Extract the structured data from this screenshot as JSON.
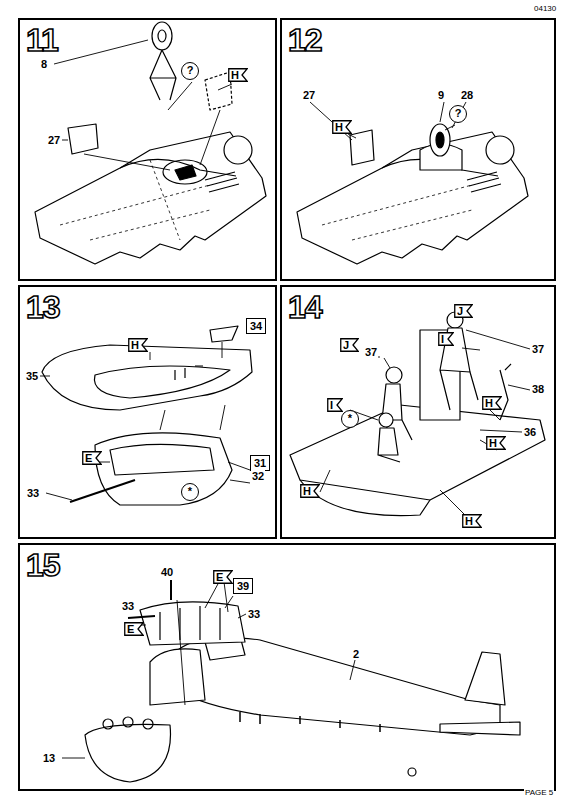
{
  "diagram": {
    "nodes": [
      {
        "text": [
          "11"
        ]
      },
      {
        "text": [
          "?"
        ],
        "in": 0
      },
      {
        "text": [
          "H"
        ],
        "in": 0
      },
      {
        "text": [
          "12"
        ]
      },
      {
        "text": [
          "H"
        ],
        "in": 3
      },
      {
        "text": [
          "?"
        ],
        "in": 3
      },
      {
        "text": [
          "13"
        ]
      },
      {
        "text": [
          "H"
        ],
        "in": 6
      },
      {
        "text": [
          "34"
        ],
        "in": 6
      },
      {
        "text": [
          "E"
        ],
        "in": 6
      },
      {
        "text": [
          "31"
        ],
        "in": 6
      },
      {
        "text": [
          "*"
        ],
        "in": 6
      },
      {
        "text": [
          "14"
        ]
      },
      {
        "text": [
          "J"
        ],
        "in": 12
      },
      {
        "text": [
          "*"
        ],
        "in": 12
      },
      {
        "text": [
          "I"
        ],
        "in": 12
      },
      {
        "text": [
          "J"
        ],
        "in": 12
      },
      {
        "text": [
          "I"
        ],
        "in": 12
      },
      {
        "text": [
          "H"
        ],
        "in": 12
      },
      {
        "text": [
          "H"
        ],
        "in": 12
      },
      {
        "text": [
          "H"
        ],
        "in": 12
      },
      {
        "text": [
          "H"
        ],
        "in": 12
      },
      {
        "text": [
          "15"
        ]
      },
      {
        "text": [
          "E"
        ],
        "in": 22
      },
      {
        "text": [
          "39"
        ],
        "in": 22
      },
      {
        "text": [
          "E"
        ],
        "in": 22
      }
    ],
    "labels": [
      "04130",
      "PAGE 5",
      "8",
      "27",
      "27",
      "9",
      "28",
      "35",
      "33",
      "32",
      "37",
      "37",
      "38",
      "36",
      "40",
      "33",
      "33",
      "2",
      "13"
    ]
  }
}
